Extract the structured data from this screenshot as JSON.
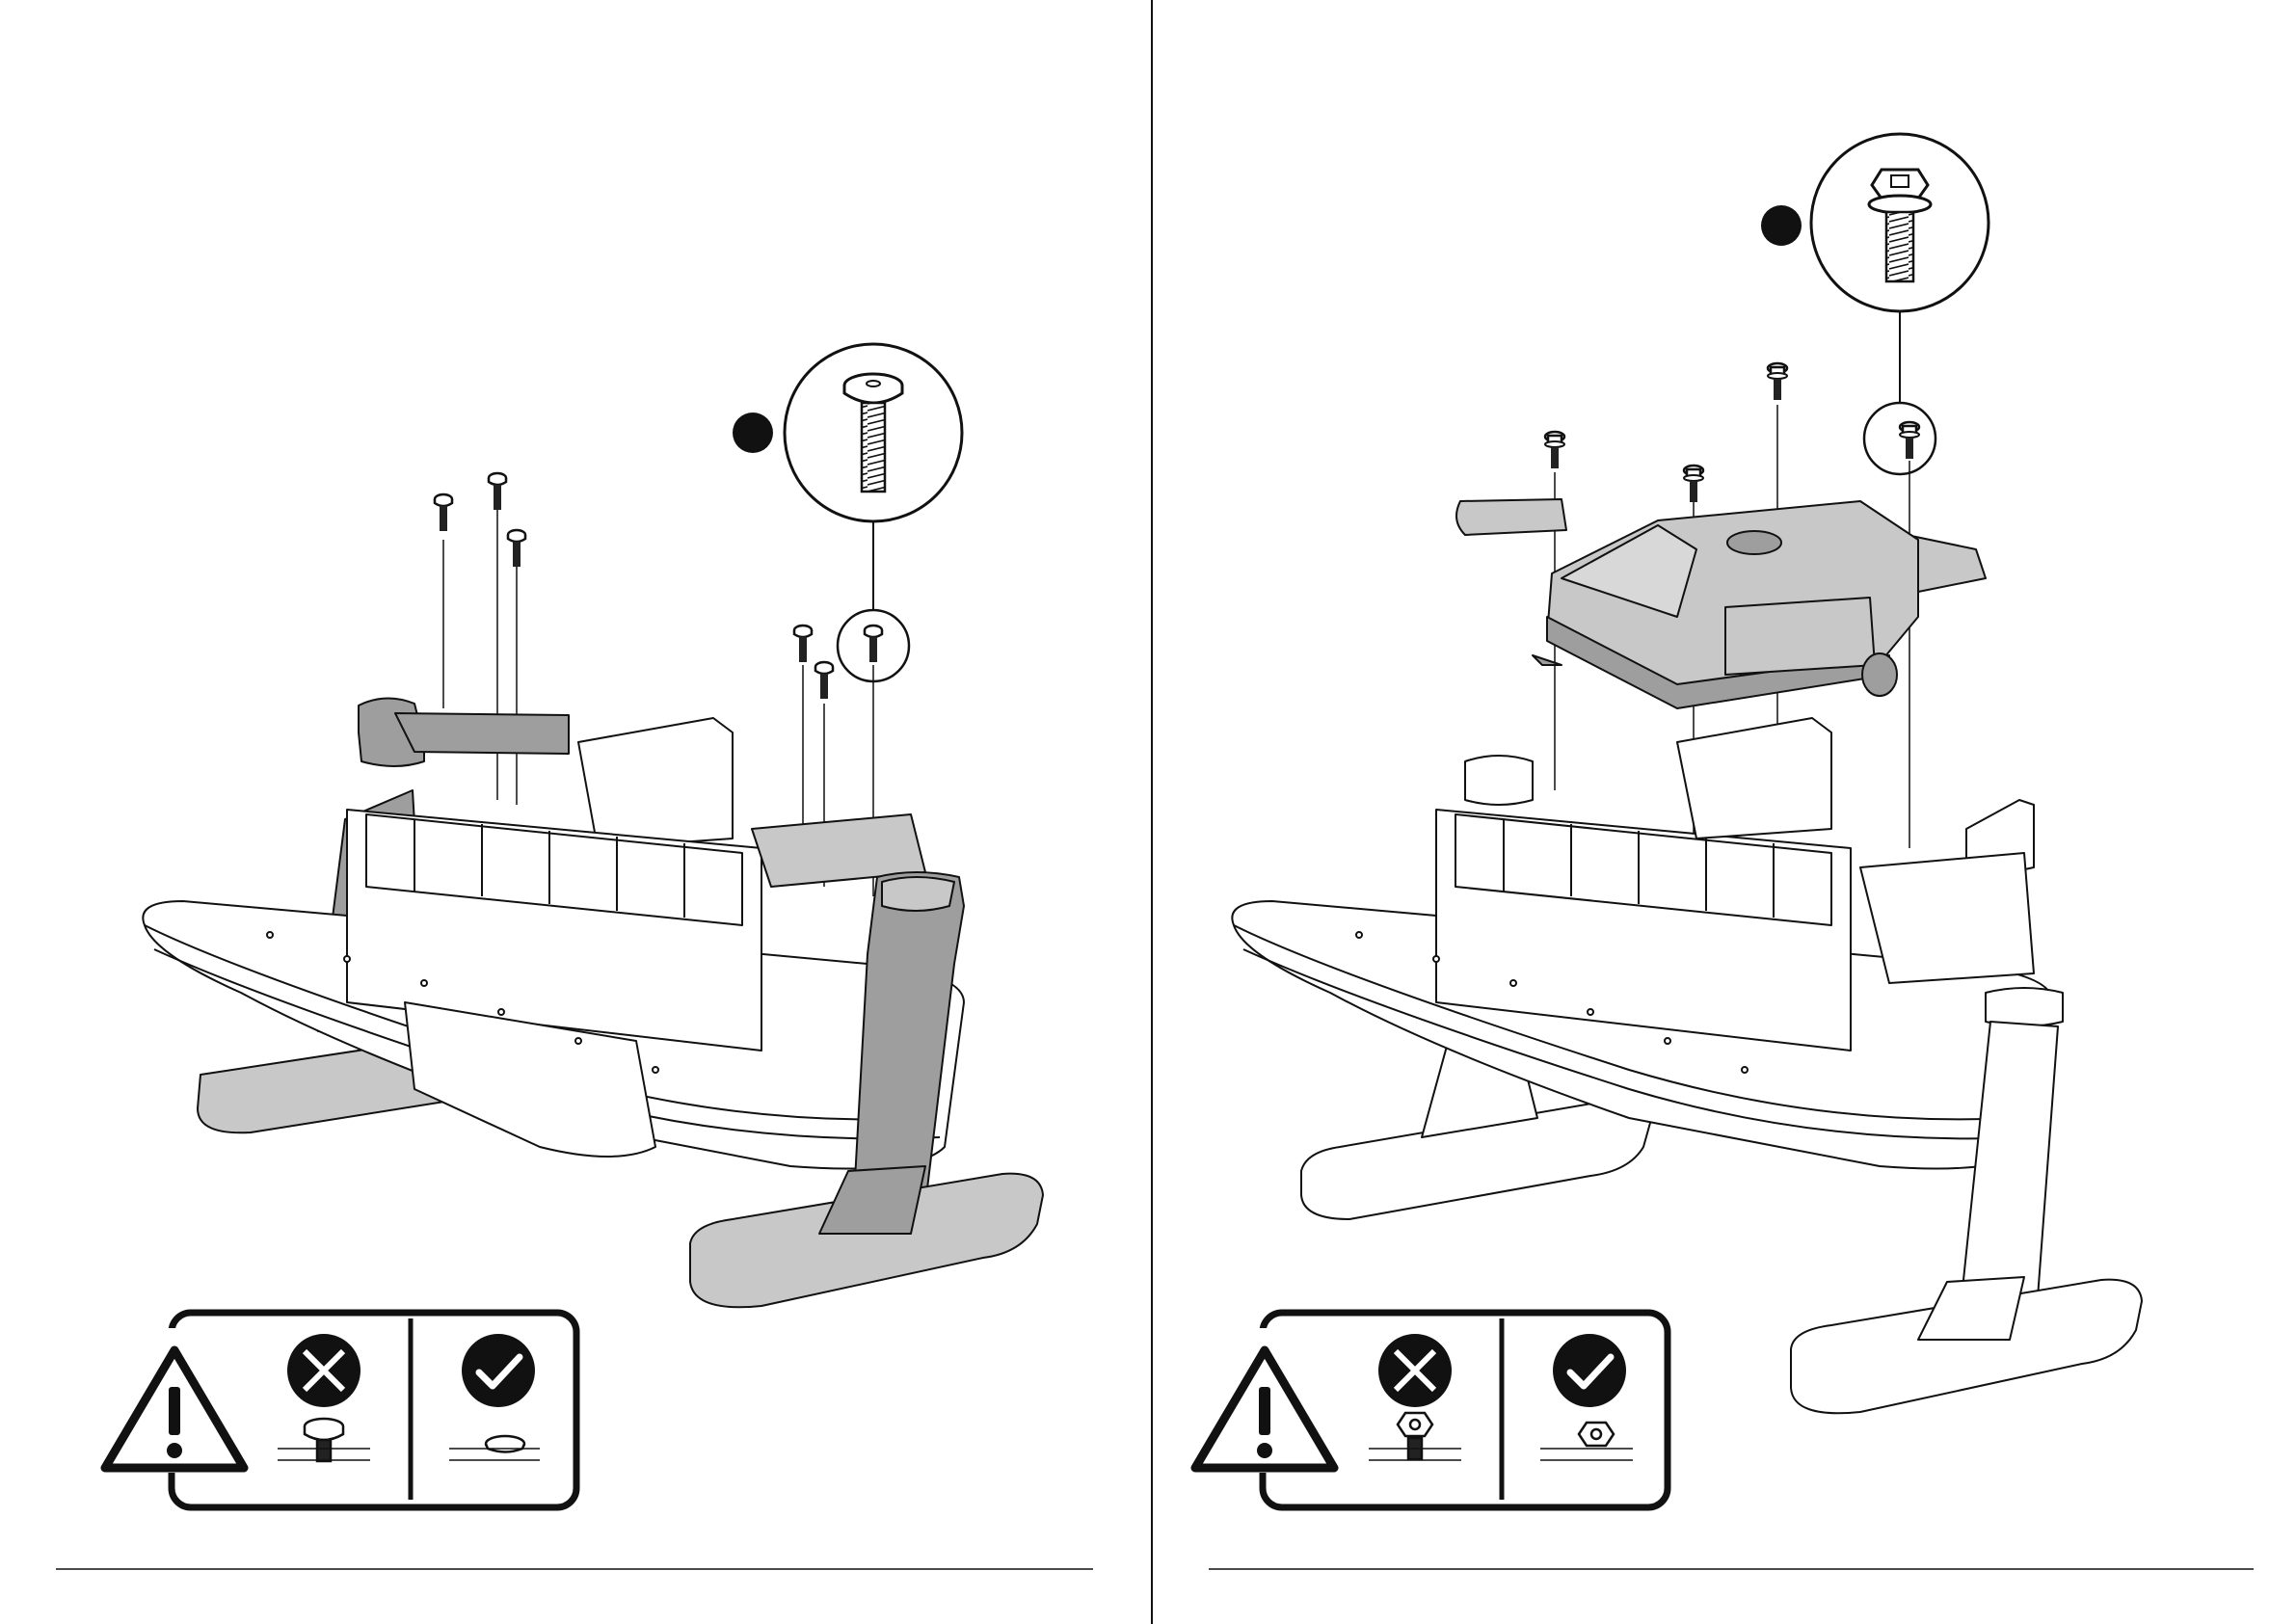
{
  "document": {
    "type": "assembly-instruction-spread",
    "pages": [
      {
        "page_side": "left",
        "step_marker_color": "#111111",
        "detail_part": "button-head-screw",
        "screw_count": 6,
        "warning": {
          "icon": "warning-triangle-icon",
          "wrong": {
            "icon": "cross-circle-icon",
            "part": "protruding-screw-head"
          },
          "right": {
            "icon": "check-circle-icon",
            "part": "flush-screw-head"
          }
        }
      },
      {
        "page_side": "right",
        "step_marker_color": "#111111",
        "detail_part": "flange-hex-bolt",
        "screw_count": 4,
        "warning": {
          "icon": "warning-triangle-icon",
          "wrong": {
            "icon": "cross-circle-icon",
            "part": "protruding-hex-bolt"
          },
          "right": {
            "icon": "check-circle-icon",
            "part": "flush-hex-bolt"
          }
        }
      }
    ],
    "colors": {
      "line": "#111111",
      "part_fill": "#ffffff",
      "highlight_fill": "#c8c8c8",
      "dark_part": "#9e9e9e"
    }
  }
}
